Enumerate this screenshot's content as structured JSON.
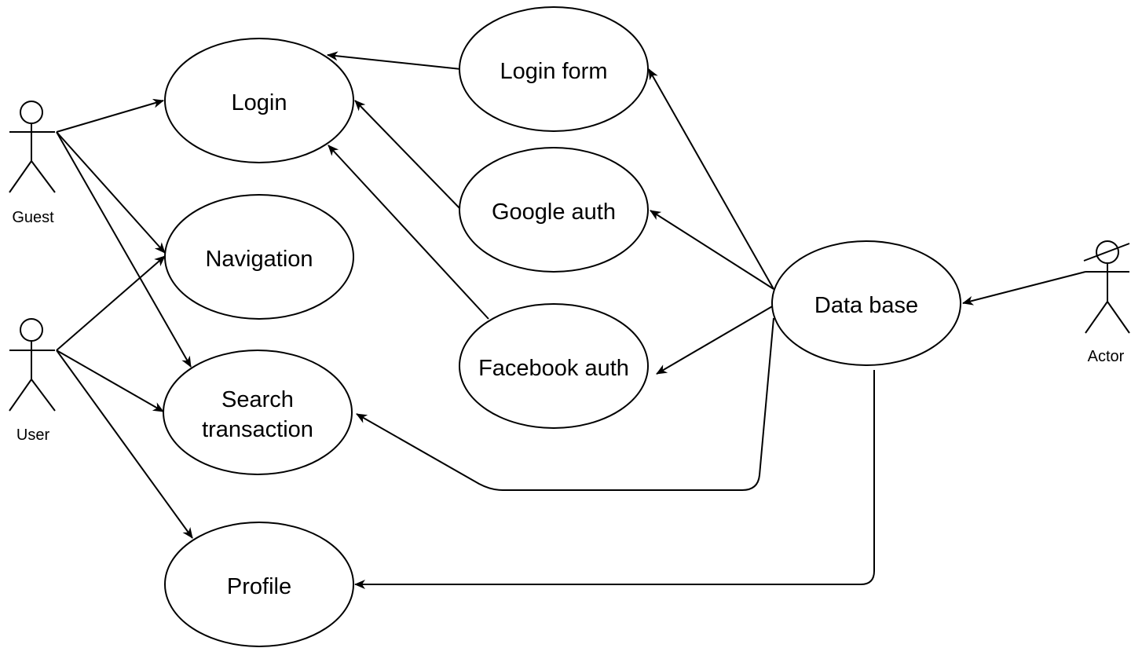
{
  "diagram": {
    "type": "use-case",
    "colors": {
      "stroke": "#000000",
      "fill": "#ffffff",
      "background": "#ffffff"
    },
    "actors": [
      {
        "id": "guest",
        "label": "Guest"
      },
      {
        "id": "user",
        "label": "User"
      },
      {
        "id": "actor",
        "label": "Actor"
      }
    ],
    "use_cases": [
      {
        "id": "login",
        "lines": [
          "Login"
        ]
      },
      {
        "id": "navigation",
        "lines": [
          "Navigation"
        ]
      },
      {
        "id": "search",
        "lines": [
          "Search",
          "transaction"
        ]
      },
      {
        "id": "profile",
        "lines": [
          "Profile"
        ]
      },
      {
        "id": "login-form",
        "lines": [
          "Login form"
        ]
      },
      {
        "id": "google-auth",
        "lines": [
          "Google auth"
        ]
      },
      {
        "id": "facebook-auth",
        "lines": [
          "Facebook auth"
        ]
      },
      {
        "id": "database",
        "lines": [
          "Data base"
        ]
      }
    ],
    "connections": [
      {
        "from": "guest",
        "to": "login"
      },
      {
        "from": "guest",
        "to": "navigation"
      },
      {
        "from": "guest",
        "to": "search"
      },
      {
        "from": "user",
        "to": "navigation"
      },
      {
        "from": "user",
        "to": "search"
      },
      {
        "from": "user",
        "to": "profile"
      },
      {
        "from": "login-form",
        "to": "login"
      },
      {
        "from": "google-auth",
        "to": "login"
      },
      {
        "from": "facebook-auth",
        "to": "login"
      },
      {
        "from": "database",
        "to": "login-form"
      },
      {
        "from": "database",
        "to": "google-auth"
      },
      {
        "from": "database",
        "to": "facebook-auth"
      },
      {
        "from": "database",
        "to": "search"
      },
      {
        "from": "database",
        "to": "profile"
      },
      {
        "from": "actor",
        "to": "database"
      }
    ]
  }
}
